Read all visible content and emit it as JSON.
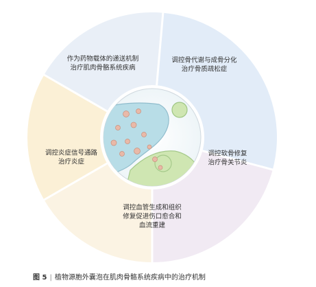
{
  "segments": [
    {
      "id": "delivery",
      "lines": [
        "作为药物载体的递送机制",
        "治疗肌肉骨骼系统疾病"
      ],
      "color": "#e9eff7"
    },
    {
      "id": "bone",
      "lines": [
        "调控骨代谢与成骨分化",
        "治疗骨质疏松症"
      ],
      "color": "#e2ecf8"
    },
    {
      "id": "cartilage",
      "lines": [
        "调控软骨修复",
        "治疗骨关节炎"
      ],
      "color": "#f1eaf3"
    },
    {
      "id": "angio",
      "lines": [
        "调控血管生成和组织",
        "修复促进伤口愈合和",
        "血流重建"
      ],
      "color": "#fbf3e3"
    },
    {
      "id": "inflam",
      "lines": [
        "调控炎症信号通路",
        "治疗炎症"
      ],
      "color": "#fbf0d6"
    }
  ],
  "center": {
    "cell_color": "#b8dde7",
    "vesicle_color": "#cfe6b2",
    "particle_color": "#e9b9a8"
  },
  "caption": {
    "figure": "图 5",
    "separator": "|",
    "text": "植物源胞外囊泡在肌肉骨骼系统疾病中的治疗机制"
  }
}
